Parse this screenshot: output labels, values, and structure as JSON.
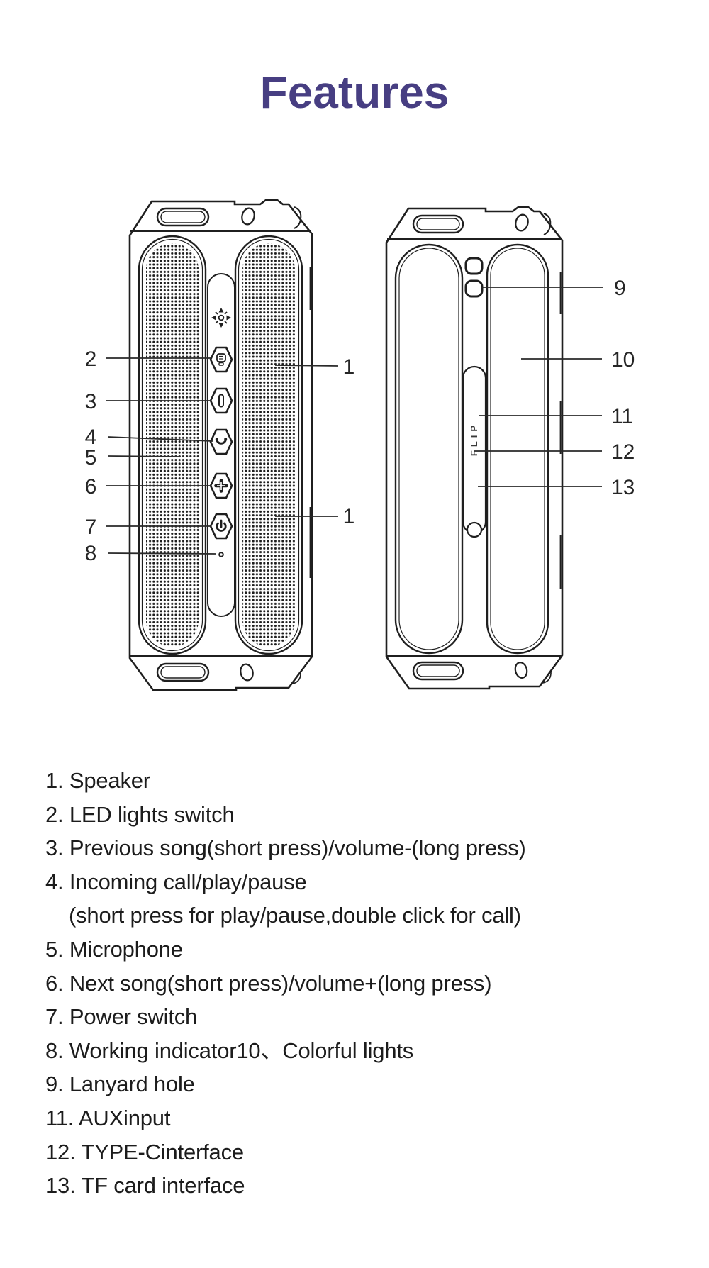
{
  "title": "Features",
  "colors": {
    "title_accent": "#473e82",
    "line_ink": "#1f1f1f",
    "text_ink": "#1c1c1c"
  },
  "diagram": {
    "flip_label": "FLIP",
    "callouts": {
      "speaker_a": "1",
      "speaker_b": "1",
      "led_switch": "2",
      "prev_song": "3",
      "incoming_call": "4",
      "microphone": "5",
      "next_song": "6",
      "power_switch": "7",
      "indicator": "8",
      "lanyard_hole": "9",
      "colorful_lights": "10",
      "aux_input": "11",
      "type_c": "12",
      "tf_card": "13"
    }
  },
  "features": {
    "lines": [
      "1. Speaker",
      "2. LED lights switch",
      "3. Previous song(short press)/volume-(long press)",
      "4. Incoming call/play/pause",
      "(short press for play/pause,double click for call)",
      "5. Microphone",
      "6. Next song(short press)/volume+(long press)",
      "7. Power switch",
      "8. Working indicator10、Colorful lights",
      "9. Lanyard hole",
      "11. AUXinput",
      "12. TYPE-Cinterface",
      "13. TF card interface"
    ]
  }
}
